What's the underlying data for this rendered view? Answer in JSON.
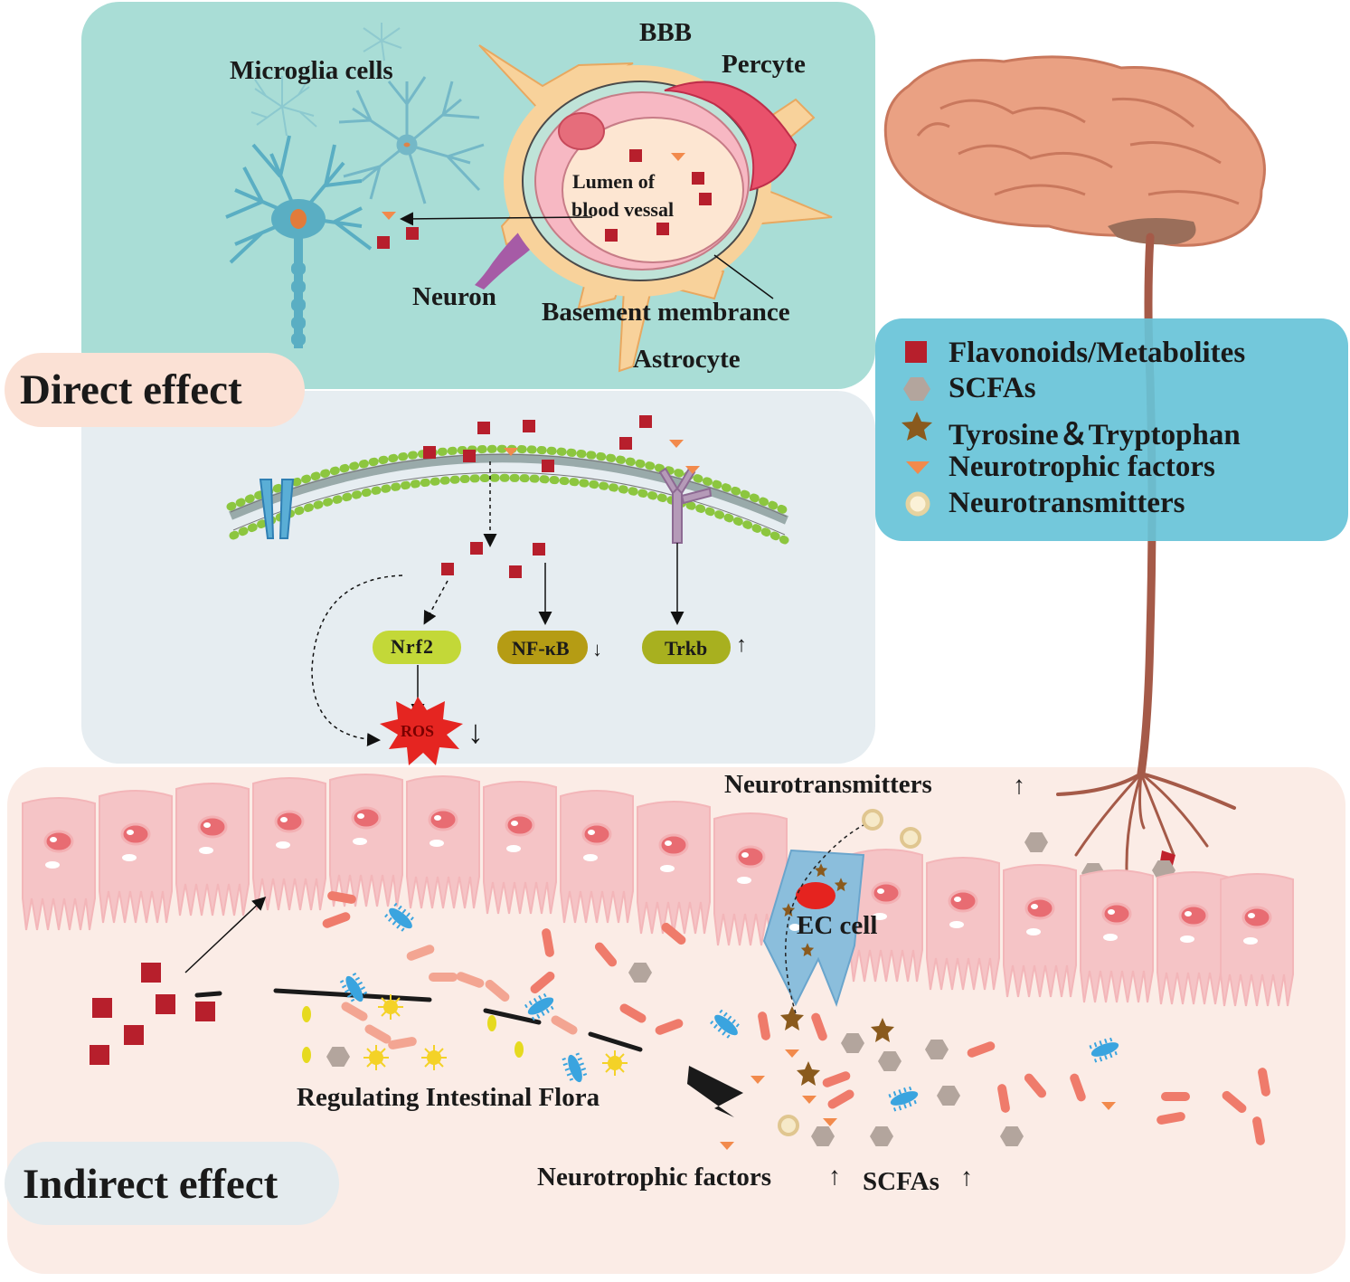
{
  "colors": {
    "direct_panel": "#a9ddd6",
    "mechanism_panel": "#e6edf1",
    "indirect_panel": "#fbece6",
    "legend_panel": "#67c3d8",
    "flavonoid": "#b71f2c",
    "scfa": "#b3a59d",
    "amino_acid": "#8a5a1d",
    "neurotrophic": "#f28a4c",
    "neurotransmitter": "#f6e9c8",
    "brain": "#eaa183",
    "nerve": "#a55a48",
    "cell": "#f5c4c6",
    "ec_cell": "#8bbedc",
    "ros": "#e52521"
  },
  "direct": {
    "title": "Direct effect",
    "bbb": "BBB",
    "pericyte": "Percyte",
    "microglia": "Microglia cells",
    "lumen_line1": "Lumen of",
    "lumen_line2": "blood vessal",
    "neuron": "Neuron",
    "basement": "Basement membrance",
    "astrocyte": "Astrocyte"
  },
  "mechanism": {
    "nrf2": "Nrf2",
    "nfkb": "NF-κB",
    "nfkb_arrow": "↓",
    "trkb": "Trkb",
    "trkb_arrow": "↑",
    "ros": "ROS",
    "ros_arrow": "↓"
  },
  "legend": {
    "items": [
      {
        "icon": "square",
        "label": "Flavonoids/Metabolites"
      },
      {
        "icon": "hexagon",
        "label": "SCFAs"
      },
      {
        "icon": "star",
        "label": "Tyrosine＆Tryptophan"
      },
      {
        "icon": "triangle",
        "label": "Neurotrophic factors"
      },
      {
        "icon": "circle",
        "label": "Neurotransmitters"
      }
    ]
  },
  "indirect": {
    "title": "Indirect effect",
    "neurotransmitters": "Neurotransmitters",
    "neurotransmitters_arrow": "↑",
    "ec_cell": "EC cell",
    "flora": "Regulating Intestinal Flora",
    "neurotrophic": "Neurotrophic factors",
    "neurotrophic_arrow": "↑",
    "scfas": "SCFAs",
    "scfas_arrow": "↑"
  }
}
